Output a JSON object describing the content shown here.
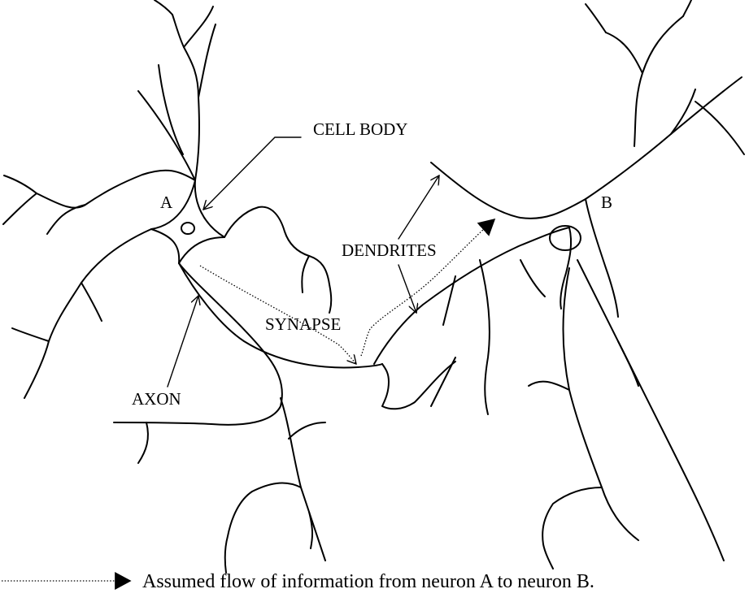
{
  "labels": {
    "cell_body": "CELL BODY",
    "neuron_a": "A",
    "neuron_b": "B",
    "dendrites": "DENDRITES",
    "synapse": "SYNAPSE",
    "axon": "AXON"
  },
  "legend": {
    "text": "Assumed flow of information from neuron A to neuron B."
  }
}
